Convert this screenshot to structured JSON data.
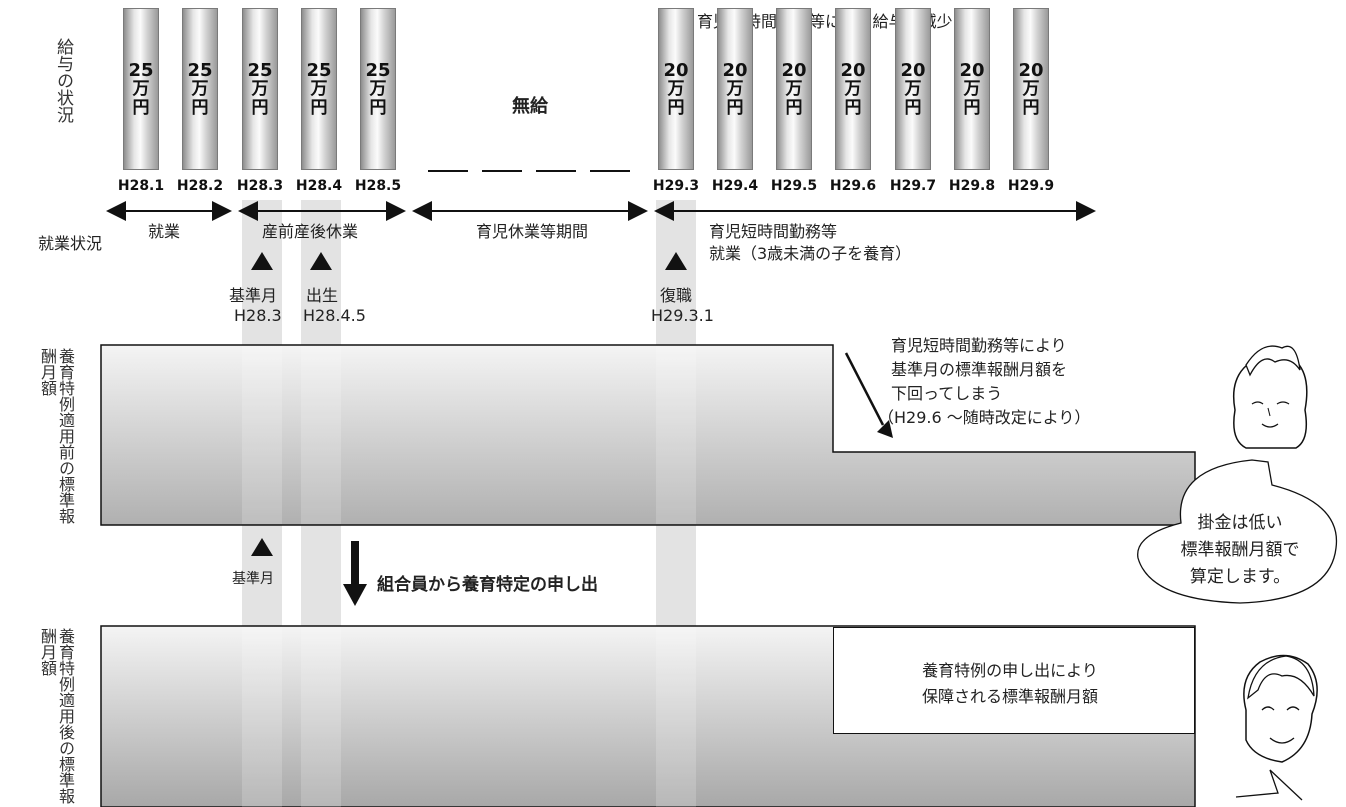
{
  "header": {
    "reduction_note": "育児短時間勤務等による給与の減少"
  },
  "salary_label": "給与の状況",
  "bars": [
    {
      "amount": "25",
      "unit": "万円",
      "date": "H28.1"
    },
    {
      "amount": "25",
      "unit": "万円",
      "date": "H28.2"
    },
    {
      "amount": "25",
      "unit": "万円",
      "date": "H28.3"
    },
    {
      "amount": "25",
      "unit": "万円",
      "date": "H28.4"
    },
    {
      "amount": "25",
      "unit": "万円",
      "date": "H28.5"
    },
    {
      "amount": "20",
      "unit": "万円",
      "date": "H29.3"
    },
    {
      "amount": "20",
      "unit": "万円",
      "date": "H29.4"
    },
    {
      "amount": "20",
      "unit": "万円",
      "date": "H29.5"
    },
    {
      "amount": "20",
      "unit": "万円",
      "date": "H29.6"
    },
    {
      "amount": "20",
      "unit": "万円",
      "date": "H29.7"
    },
    {
      "amount": "20",
      "unit": "万円",
      "date": "H29.8"
    },
    {
      "amount": "20",
      "unit": "万円",
      "date": "H29.9"
    }
  ],
  "unpaid_label": "無給",
  "employment": {
    "label": "就業状況",
    "periods": [
      "就業",
      "産前産後休業",
      "育児休業等期間",
      "育児短時間勤務等",
      "就業（3歳未満の子を養育）"
    ]
  },
  "markers": {
    "base_month_label": "基準月",
    "base_month_date": "H28.3",
    "birth_label": "出生",
    "birth_date": "H28.4.5",
    "return_label": "復職",
    "return_date": "H29.3.1",
    "base_month_label_2": "基準月"
  },
  "panel_before": {
    "label": "養育特例適用前の標準報酬月額",
    "note_lines": [
      "育児短時間勤務等により",
      "基準月の標準報酬月額を",
      "下回ってしまう",
      "（H29.6 〜随時改定により）"
    ]
  },
  "speech_bubble": {
    "lines": [
      "掛金は低い",
      "標準報酬月額で",
      "算定します。"
    ]
  },
  "request_text": "組合員から養育特定の申し出",
  "panel_after": {
    "label": "養育特例適用後の標準報酬月額",
    "box_lines": [
      "養育特例の申し出により",
      "保障される標準報酬月額"
    ]
  }
}
